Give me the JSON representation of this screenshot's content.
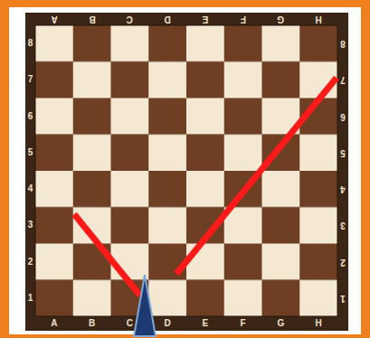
{
  "diagram": {
    "labels": [
      "A",
      "B",
      "C",
      "D",
      "E",
      "F",
      "G",
      "H",
      "8",
      "8",
      "7",
      "7",
      "6",
      "6",
      "5",
      "5",
      "4",
      "4",
      "3",
      "3",
      "2",
      "2",
      "1",
      "1",
      "A",
      "B",
      "C",
      "D",
      "E",
      "F",
      "G",
      "H"
    ]
  }
}
